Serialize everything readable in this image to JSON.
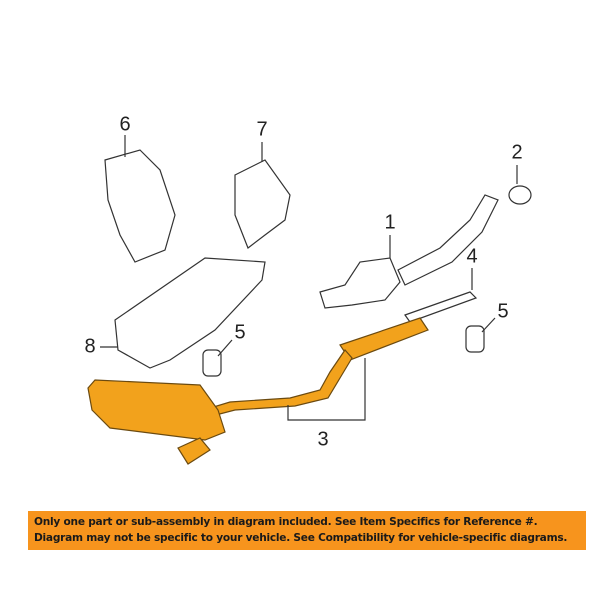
{
  "callouts": {
    "c1": "1",
    "c2": "2",
    "c3": "3",
    "c4": "4",
    "c5a": "5",
    "c5b": "5",
    "c6": "6",
    "c7": "7",
    "c8": "8"
  },
  "banner": {
    "line1": "Only one part or sub-assembly in diagram included. See Item Specifics for Reference #.",
    "line2": "Diagram may not be specific to your vehicle. See Compatibility for vehicle-specific diagrams."
  },
  "colors": {
    "highlight": "#f2a21c",
    "banner": "#f7941d",
    "line": "#333333"
  }
}
